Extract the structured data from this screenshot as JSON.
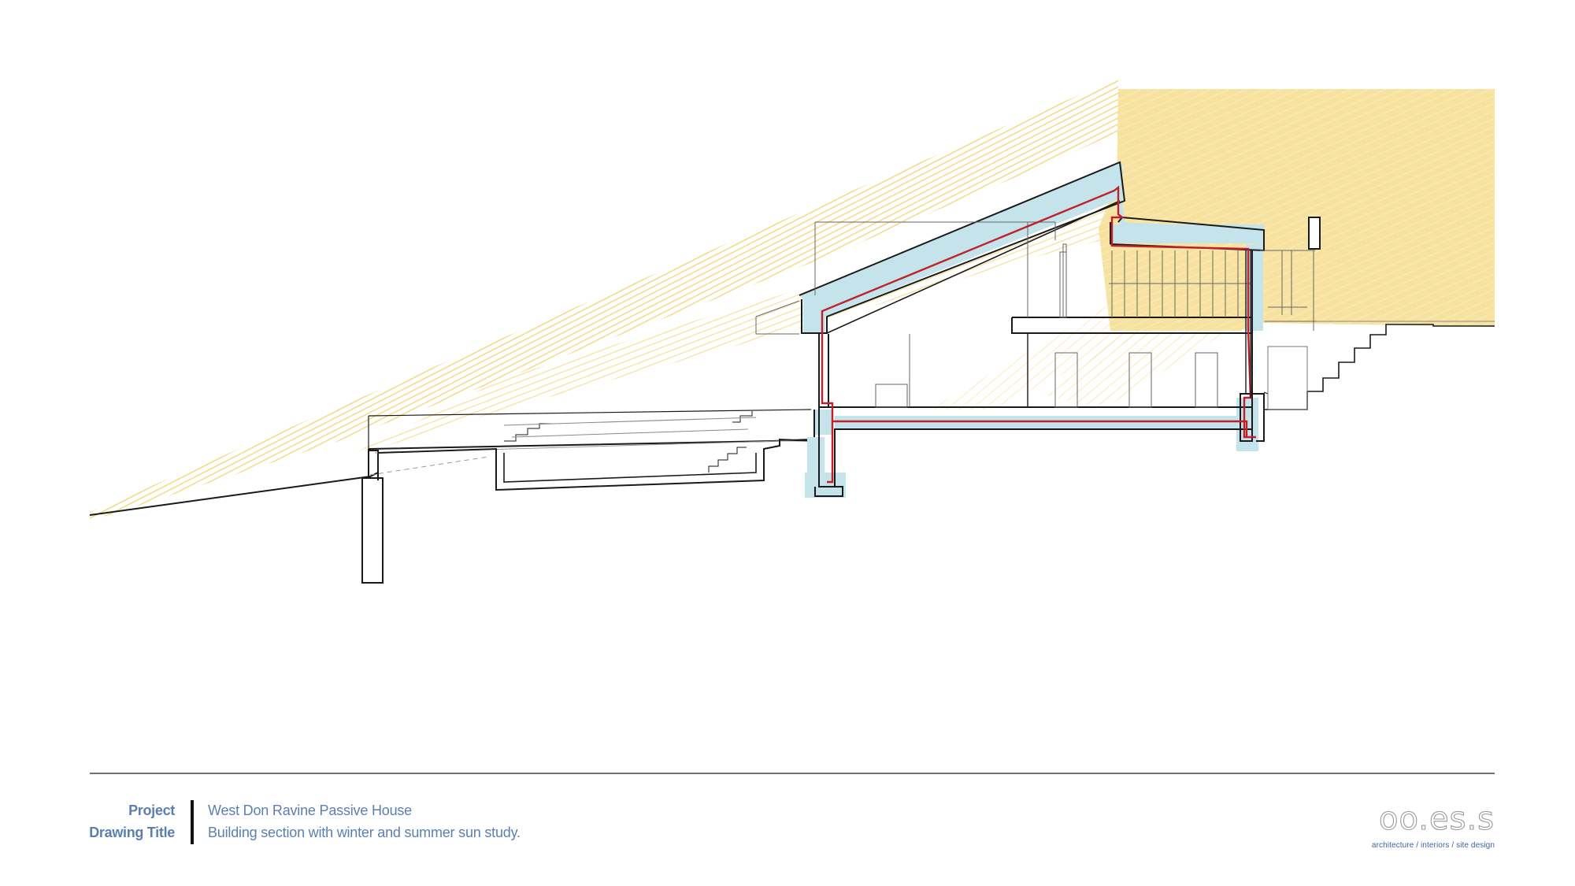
{
  "title_block": {
    "project_label": "Project",
    "drawing_title_label": "Drawing Title",
    "project_name": "West Don Ravine Passive House",
    "drawing_title": "Building section with winter and summer sun study."
  },
  "logo": {
    "wordmark": "oo.es.s",
    "tagline": "architecture  /  interiors  /  site design"
  },
  "colors": {
    "sun_rays": "#f2d37a",
    "insulation": "#c4e3ea",
    "air_barrier": "#c0202a",
    "linework": "#1a1a1a",
    "title_text": "#5b7fb0"
  }
}
